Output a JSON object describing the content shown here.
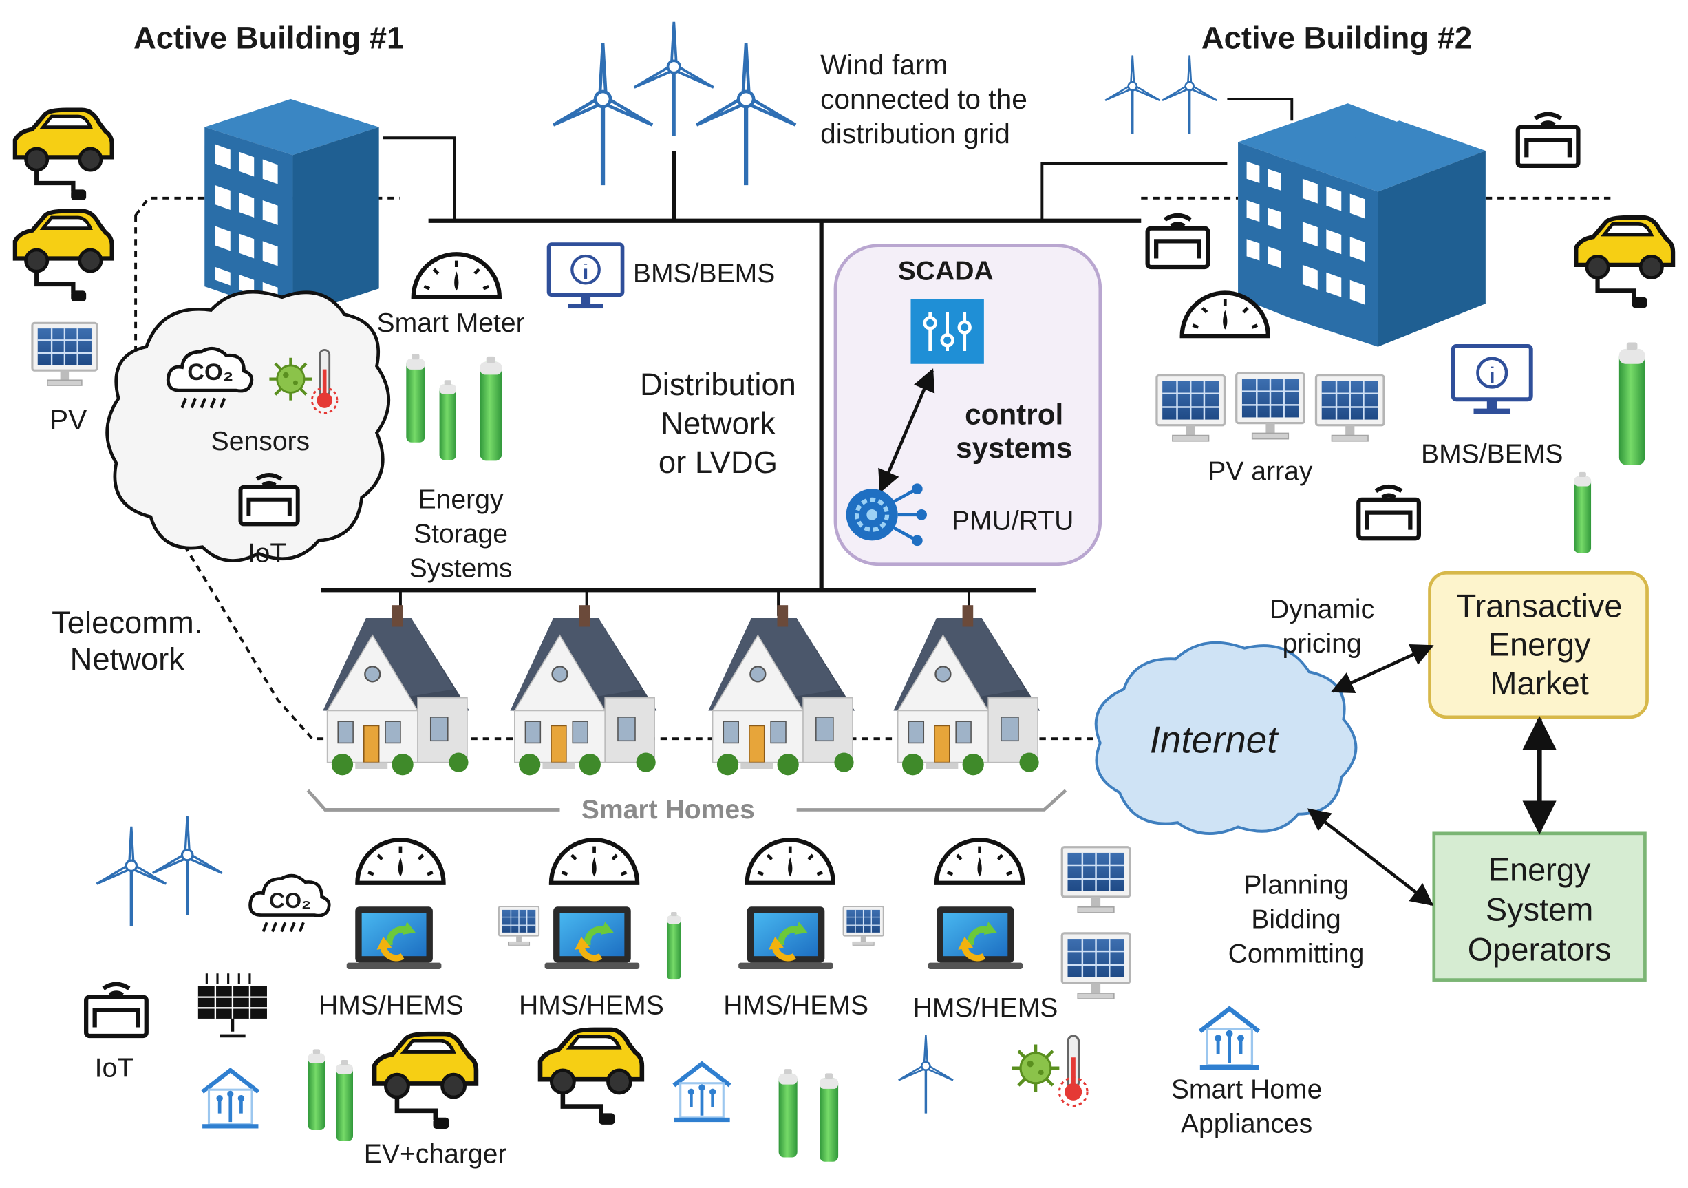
{
  "titles": {
    "building1": "Active Building #1",
    "building2": "Active Building #2",
    "wind_farm": [
      "Wind farm",
      "connected to the",
      "distribution grid"
    ]
  },
  "left_panel": {
    "pv": "PV",
    "sensors": "Sensors",
    "iot": "IoT",
    "co2": "CO₂",
    "telecomm": [
      "Telecomm.",
      "Network"
    ]
  },
  "center": {
    "bms1": "BMS/BEMS",
    "smart_meter": "Smart Meter",
    "storage": [
      "Energy",
      "Storage",
      "Systems"
    ],
    "distribution": [
      "Distribution",
      "Network",
      "or LVDG"
    ]
  },
  "scada": {
    "title": "SCADA",
    "control": [
      "control",
      "systems"
    ],
    "pmu": "PMU/RTU"
  },
  "building2_area": {
    "pv_array": "PV array",
    "bms2": "BMS/BEMS"
  },
  "smart_homes": {
    "label": "Smart Homes",
    "hems": [
      "HMS/HEMS",
      "HMS/HEMS",
      "HMS/HEMS",
      "HMS/HEMS"
    ],
    "iot": "IoT",
    "ev": "EV+charger",
    "appliances": [
      "Smart Home",
      "Appliances"
    ],
    "co2": "CO₂"
  },
  "market": {
    "dynamic_pricing": [
      "Dynamic",
      "pricing"
    ],
    "internet": "Internet",
    "transactive": [
      "Transactive",
      "Energy",
      "Market"
    ],
    "operators": [
      "Energy",
      "System",
      "Operators"
    ],
    "planning": [
      "Planning",
      "Bidding",
      "Committing"
    ]
  },
  "colors": {
    "building_blue": "#1f5f92",
    "turbine_blue": "#2f6fb4",
    "scada_border": "#b9a6d0",
    "market_fill": "#fdf4cc",
    "market_border": "#d7b84a",
    "operator_fill": "#d6ecd2",
    "operator_border": "#7bb574",
    "internet_fill": "#cfe3f5",
    "ev_yellow": "#f6cf14",
    "battery_green": "#3fbf3f"
  }
}
